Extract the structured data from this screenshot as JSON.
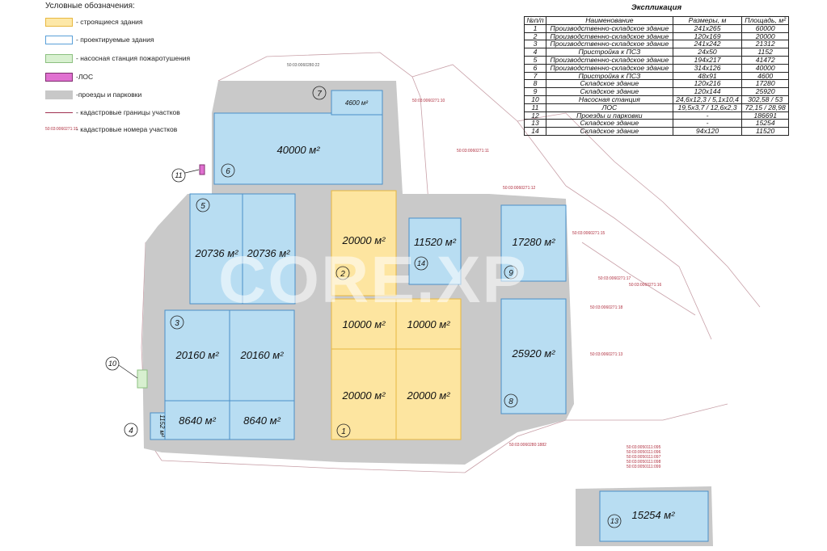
{
  "legend": {
    "title": "Условные обозначения:",
    "items": [
      {
        "label": "- строящиеся здания",
        "color": "#fde8a8",
        "border": "#e8b840"
      },
      {
        "label": "- проектируемые здания",
        "color": "#ffffff",
        "border": "#5aa0d8"
      },
      {
        "label": "- насосная станция пожаротушения",
        "color": "#d8f0d0",
        "border": "#8cc080"
      },
      {
        "label": "-ЛОС",
        "color": "#e070d0",
        "border": "#803070"
      },
      {
        "label": "-проезды и парковки",
        "color": "#c8c8c8",
        "border": "#c8c8c8"
      },
      {
        "label": "- кадастровые границы участков",
        "color": "line",
        "border": "#a03050"
      },
      {
        "label": "- кадастровые номера участков",
        "color": "text",
        "border": "#b03040",
        "sample": "50:03:0060271:15"
      }
    ]
  },
  "explication": {
    "title": "Экспликация",
    "headers": [
      "№п/п",
      "Наименование",
      "Размеры, м",
      "Площадь, м²"
    ],
    "rows": [
      [
        "1",
        "Производственно-складское здание",
        "241x265",
        "60000"
      ],
      [
        "2",
        "Производственно-складское здание",
        "120x169",
        "20000"
      ],
      [
        "3",
        "Производственно-складское здание",
        "241x242",
        "21312"
      ],
      [
        "4",
        "Пристройка к ПСЗ",
        "24x50",
        "1152"
      ],
      [
        "5",
        "Производственно-складское здание",
        "194x217",
        "41472"
      ],
      [
        "6",
        "Производственно-складское здание",
        "314x126",
        "40000"
      ],
      [
        "7",
        "Пристройка к ПСЗ",
        "48x91",
        "4600"
      ],
      [
        "8",
        "Складское здание",
        "120x216",
        "17280"
      ],
      [
        "9",
        "Складское здание",
        "120x144",
        "25920"
      ],
      [
        "10",
        "Насосная станция",
        "24,6x12,3 / 5,1x10,4",
        "302,58 / 53"
      ],
      [
        "11",
        "ЛОС",
        "19,5x3,7 / 12,6x2,3",
        "72,15 / 28,98"
      ],
      [
        "12",
        "Проезды и парковки",
        "-",
        "186691"
      ],
      [
        "13",
        "Складское здание",
        "-",
        "15254"
      ],
      [
        "14",
        "Складское здание",
        "94x120",
        "11520"
      ]
    ]
  },
  "plan": {
    "building_areas": {
      "b6": "40000 м²",
      "b7": "4600 м²",
      "b5a": "20736 м²",
      "b5b": "20736 м²",
      "b2": "20000 м²",
      "b14": "11520 м²",
      "b9": "17280 м²",
      "b3a": "20160 м²",
      "b3b": "20160 м²",
      "b3c": "8640 м²",
      "b3d": "8640 м²",
      "b4": "1152 м²",
      "b1a": "10000 м²",
      "b1b": "10000 м²",
      "b1c": "20000 м²",
      "b1d": "20000 м²",
      "b8": "25920 м²",
      "b13": "15254 м²"
    },
    "markers": {
      "m1": "1",
      "m2": "2",
      "m3": "3",
      "m4": "4",
      "m5": "5",
      "m6": "6",
      "m7": "7",
      "m8": "8",
      "m9": "9",
      "m10": "10",
      "m11": "11",
      "m13": "13",
      "m14": "14"
    },
    "cadastral": {
      "c1": "50:03:0060280:22",
      "c2": "50:03:0060271:10",
      "c3": "50:03:0060271:11",
      "c4": "50:03:0060271:12",
      "c5": "50:03:0060271:15",
      "c6": "50:03:0060271:17",
      "c7": "50:03:0060271:18",
      "c8": "50:03:0060271:16",
      "c9": "50:03:0060271:13",
      "c10": "50:03:0060280:1882",
      "c11": "50:03:0050111:095",
      "c12": "50:03:0050111:096",
      "c13": "50:03:0050111:097",
      "c14": "50:03:0050111:098",
      "c15": "50:03:0050111:099"
    }
  },
  "watermark": "CORE.XP"
}
